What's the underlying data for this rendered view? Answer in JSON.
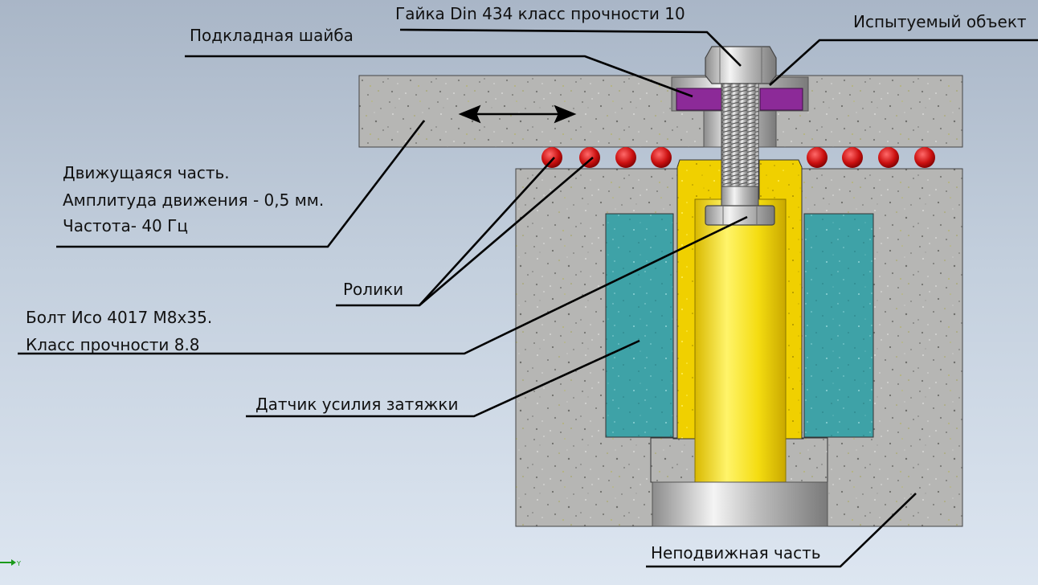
{
  "labels": {
    "nut": "Гайка Din 434 класс прочности 10",
    "washer": "Подкладная шайба",
    "test_object": "Испытуемый объект",
    "moving_part": [
      "Движущаяся часть.",
      "Амплитуда движения - 0,5 мм.",
      "Частота- 40 Гц"
    ],
    "rollers": "Ролики",
    "bolt": [
      "Болт Исо 4017 М8х35.",
      "Класс прочности 8.8"
    ],
    "sensor": "Датчик усилия затяжки",
    "fixed_part": "Неподвижная часть"
  },
  "colors": {
    "concrete": "#b5b5b5",
    "sensor_body": "#f3d400",
    "sensor_core": "#ffee30",
    "teal_insert": "#3fa3a8",
    "washer": "#8c2a98",
    "roller": "#cc1111",
    "steel": "#c9c9c9"
  },
  "icons": {
    "axis_triad": "axis-triad-icon"
  }
}
